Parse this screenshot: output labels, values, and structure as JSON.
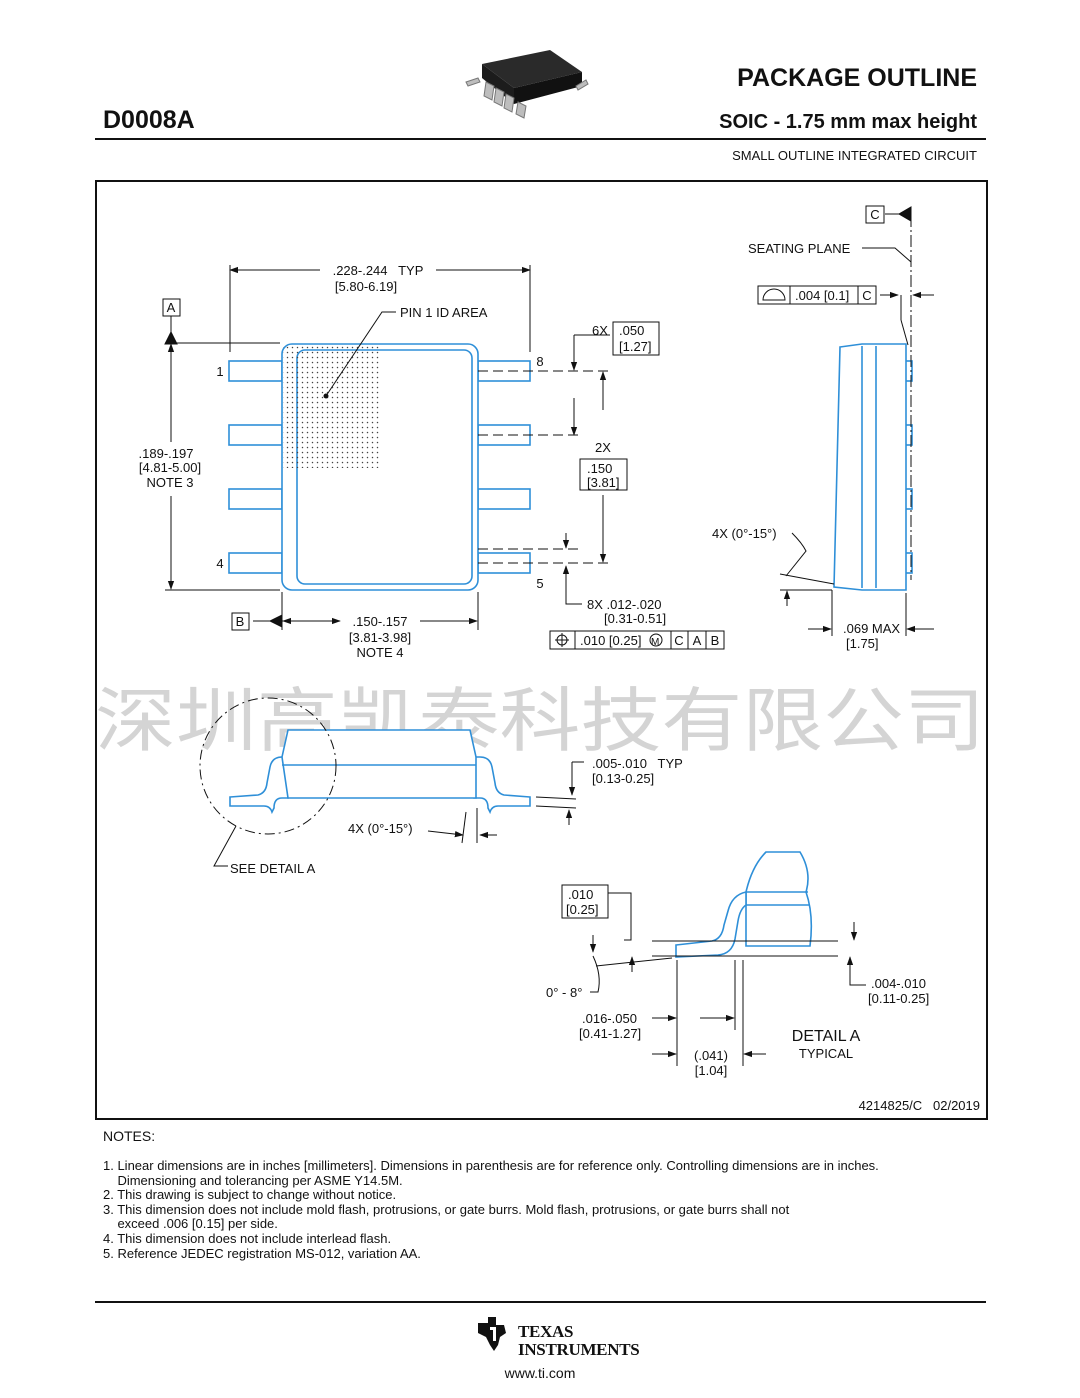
{
  "header": {
    "code": "D0008A",
    "title": "PACKAGE OUTLINE",
    "subtitle": "SOIC - 1.75 mm max height",
    "description": "SMALL OUTLINE INTEGRATED CIRCUIT"
  },
  "drawing": {
    "datum_a": "A",
    "datum_b": "B",
    "datum_c": "C",
    "seating_plane": "SEATING PLANE",
    "pin1_id": "PIN 1 ID AREA",
    "width_typ": ".228-.244   TYP",
    "width_typ_mm": "[5.80-6.19]",
    "length": ".189-.197",
    "length_mm": "[4.81-5.00]",
    "length_note": "NOTE 3",
    "body_width": ".150-.157",
    "body_width_mm": "[3.81-3.98]",
    "body_width_note": "NOTE 4",
    "pin_1": "1",
    "pin_4": "4",
    "pin_5": "5",
    "pin_8": "8",
    "pitch_count": "6X",
    "pitch": ".050",
    "pitch_mm": "[1.27]",
    "span_count": "2X",
    "span": ".150",
    "span_mm": "[3.81]",
    "lead_width": "8X .012-.020",
    "lead_width_mm": "[0.31-0.51]",
    "position_tol": ".010 [0.25]",
    "position_refs": [
      "C",
      "A",
      "B"
    ],
    "flatness": ".004 [0.1]",
    "flatness_ref": "C",
    "angle_4x_top": "4X (0°-15°)",
    "height_max": ".069 MAX",
    "height_max_mm": "[1.75]",
    "watermark": "深圳高凯泰科技有限公司",
    "standoff": ".005-.010   TYP",
    "standoff_mm": "[0.13-0.25]",
    "angle_4x_side": "4X (0°-15°)",
    "see_detail": "SEE DETAIL A",
    "gauge": ".010",
    "gauge_mm": "[0.25]",
    "foot_angle": "0° - 8°",
    "lead_thickness": ".004-.010",
    "lead_thickness_mm": "[0.11-0.25]",
    "foot_length": ".016-.050",
    "foot_length_mm": "[0.41-1.27]",
    "detail_title": "DETAIL A",
    "detail_sub": "TYPICAL",
    "footprint_ref": "(.041)",
    "footprint_ref_mm": "[1.04]",
    "doc_number": "4214825/C   02/2019"
  },
  "notes": {
    "heading": "NOTES:",
    "items": [
      "1. Linear dimensions are in inches [millimeters]. Dimensions in parenthesis are for reference only. Controlling dimensions are in inches.\n    Dimensioning and tolerancing per ASME Y14.5M.",
      "2. This drawing is subject to change without notice.",
      "3. This dimension does not include mold flash, protrusions, or gate burrs. Mold flash, protrusions, or gate burrs shall not\n    exceed .006 [0.15] per side.",
      "4. This dimension does not include interlead flash.",
      "5. Reference JEDEC registration MS-012, variation AA."
    ]
  },
  "footer": {
    "brand_line1": "TEXAS",
    "brand_line2": "INSTRUMENTS",
    "url": "www.ti.com"
  },
  "colors": {
    "outline_blue": "#2e8fd8",
    "ink": "#111111",
    "watermark": "#d4d4d4"
  }
}
